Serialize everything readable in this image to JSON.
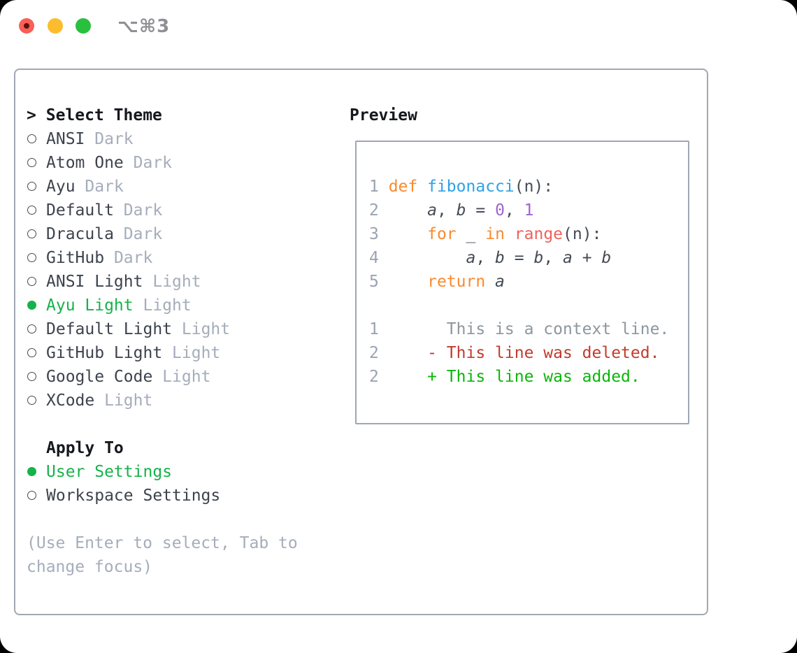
{
  "titlebar": {
    "shortcut": "⌥⌘3"
  },
  "select_theme": {
    "prompt": ">",
    "title": "Select Theme"
  },
  "themes": [
    {
      "name": "ANSI",
      "variant": "Dark",
      "selected": false
    },
    {
      "name": "Atom One",
      "variant": "Dark",
      "selected": false
    },
    {
      "name": "Ayu",
      "variant": "Dark",
      "selected": false
    },
    {
      "name": "Default",
      "variant": "Dark",
      "selected": false
    },
    {
      "name": "Dracula",
      "variant": "Dark",
      "selected": false
    },
    {
      "name": "GitHub",
      "variant": "Dark",
      "selected": false
    },
    {
      "name": "ANSI Light",
      "variant": "Light",
      "selected": false
    },
    {
      "name": "Ayu Light",
      "variant": "Light",
      "selected": true
    },
    {
      "name": "Default Light",
      "variant": "Light",
      "selected": false
    },
    {
      "name": "GitHub Light",
      "variant": "Light",
      "selected": false
    },
    {
      "name": "Google Code",
      "variant": "Light",
      "selected": false
    },
    {
      "name": "XCode",
      "variant": "Light",
      "selected": false
    }
  ],
  "preview": {
    "title": "Preview",
    "lines": [
      [
        [
          "1 ",
          "ln"
        ],
        [
          "def",
          "kw"
        ],
        [
          " ",
          "pl"
        ],
        [
          "fibonacci",
          "fn"
        ],
        [
          "(n):",
          "pl"
        ]
      ],
      [
        [
          "2 ",
          "ln"
        ],
        [
          "    ",
          "pl"
        ],
        [
          "a",
          "va"
        ],
        [
          ", ",
          "pl"
        ],
        [
          "b",
          "va"
        ],
        [
          " = ",
          "pl"
        ],
        [
          "0",
          "nm"
        ],
        [
          ", ",
          "pl"
        ],
        [
          "1",
          "nm"
        ]
      ],
      [
        [
          "3 ",
          "ln"
        ],
        [
          "    ",
          "pl"
        ],
        [
          "for",
          "kw"
        ],
        [
          " ",
          "pl"
        ],
        [
          "_",
          "pl"
        ],
        [
          " ",
          "pl"
        ],
        [
          "in",
          "kw"
        ],
        [
          " ",
          "pl"
        ],
        [
          "range",
          "bi"
        ],
        [
          "(n):",
          "pl"
        ]
      ],
      [
        [
          "4 ",
          "ln"
        ],
        [
          "        ",
          "pl"
        ],
        [
          "a",
          "va"
        ],
        [
          ", ",
          "pl"
        ],
        [
          "b",
          "va"
        ],
        [
          " = ",
          "pl"
        ],
        [
          "b",
          "va"
        ],
        [
          ", ",
          "pl"
        ],
        [
          "a",
          "va"
        ],
        [
          " + ",
          "pl"
        ],
        [
          "b",
          "va"
        ]
      ],
      [
        [
          "5 ",
          "ln"
        ],
        [
          "    ",
          "pl"
        ],
        [
          "return",
          "kw"
        ],
        [
          " ",
          "pl"
        ],
        [
          "a",
          "va"
        ]
      ],
      [],
      [
        [
          "1",
          "ln"
        ],
        [
          "       ",
          "pl"
        ],
        [
          "This is a context line.",
          "ctx"
        ]
      ],
      [
        [
          "2",
          "ln"
        ],
        [
          "     ",
          "pl"
        ],
        [
          "- This line was deleted.",
          "del"
        ]
      ],
      [
        [
          "2",
          "ln"
        ],
        [
          "     ",
          "pl"
        ],
        [
          "+ This line was added.",
          "add"
        ]
      ]
    ]
  },
  "apply_to": {
    "title": "Apply To",
    "options": [
      {
        "label": "User Settings",
        "selected": true
      },
      {
        "label": "Workspace Settings",
        "selected": false
      }
    ]
  },
  "help_lines": [
    "(Use Enter to select, Tab to",
    "change focus)"
  ],
  "colors": {
    "accent_green": "#16b24a",
    "panel_border": "#a0a8b3",
    "muted_gray": "#a5adba",
    "item_text": "#3d434d",
    "syntax_keyword_orange": "#fa8a2e",
    "syntax_function_blue": "#2fa2e6",
    "syntax_number_purple": "#a263cf",
    "syntax_builtin_coral": "#f0615c",
    "diff_context_gray": "#8e969e",
    "diff_deleted_red": "#c23b2c",
    "diff_added_green": "#0cb50c",
    "traffic_red": "#f95f57",
    "traffic_yellow": "#fdbc2e",
    "traffic_green": "#2ac03f"
  }
}
